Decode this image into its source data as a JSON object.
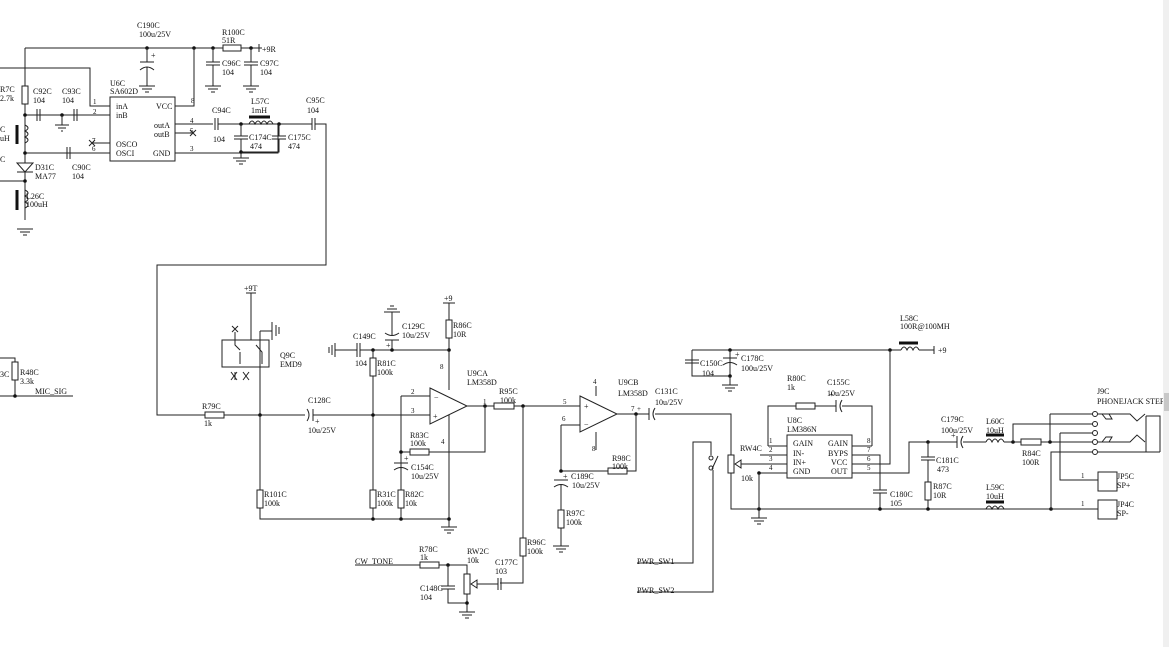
{
  "schematic": {
    "nets": {
      "plus9r": "+9R",
      "plus9t": "+9T",
      "plus9_a": "+9",
      "plus9_b": "+9",
      "mic_sig": "MIC_SIG",
      "cw_tone": "CW_TONE",
      "pwr_sw1": "PWR_SW1",
      "pwr_sw2": "PWR_SW2"
    },
    "components": {
      "C190C": {
        "ref": "C190C",
        "value": "100u/25V"
      },
      "R100C": {
        "ref": "R100C",
        "value": "51R"
      },
      "C96C": {
        "ref": "C96C",
        "value": "104"
      },
      "C97C": {
        "ref": "C97C",
        "value": "104"
      },
      "U6C": {
        "ref": "U6C",
        "value": "SA602D",
        "pins": {
          "inA": "inA",
          "inB": "inB",
          "VCC": "VCC",
          "outA": "outA",
          "outB": "outB",
          "OSCO": "OSCO",
          "OSCI": "OSCI",
          "GND": "GND"
        }
      },
      "R7C": {
        "ref": "R7C",
        "value": "2.7k"
      },
      "C92C": {
        "ref": "C92C",
        "value": "104"
      },
      "C93C": {
        "ref": "C93C",
        "value": "104"
      },
      "C94C": {
        "ref": "C94C",
        "value": "104"
      },
      "L57C": {
        "ref": "L57C",
        "value": "1mH"
      },
      "C95C": {
        "ref": "C95C",
        "value": "104"
      },
      "C174C": {
        "ref": "C174C",
        "value": "474"
      },
      "C175C": {
        "ref": "C175C",
        "value": "474"
      },
      "C90C": {
        "ref": "C90C",
        "value": "104"
      },
      "D31C": {
        "ref": "D31C",
        "value": "MA77"
      },
      "L26C": {
        "ref": "L26C",
        "value": "100uH"
      },
      "Lpart": {
        "ref": "C",
        "value": "uH"
      },
      "Cpart": {
        "ref": "C"
      },
      "R48C": {
        "ref": "R48C",
        "value": "3.3k"
      },
      "C48part": {
        "ref": "3C"
      },
      "Q9C": {
        "ref": "Q9C",
        "value": "EMD9"
      },
      "R79C": {
        "ref": "R79C",
        "value": "1k"
      },
      "C128C": {
        "ref": "C128C",
        "value": "10u/25V"
      },
      "R101C": {
        "ref": "R101C",
        "value": "100k"
      },
      "C149C": {
        "ref": "C149C",
        "value": "104"
      },
      "C129C": {
        "ref": "C129C",
        "value": "10u/25V"
      },
      "R86C": {
        "ref": "R86C",
        "value": "10R"
      },
      "R81C": {
        "ref": "R81C",
        "value": "100k"
      },
      "U9CA": {
        "ref": "U9CA",
        "value": "LM358D"
      },
      "R95C": {
        "ref": "R95C",
        "value": "100k"
      },
      "R83C": {
        "ref": "R83C",
        "value": "100k"
      },
      "C154C": {
        "ref": "C154C",
        "value": "10u/25V"
      },
      "R31C": {
        "ref": "R31C",
        "value": "100k"
      },
      "R82C": {
        "ref": "R82C",
        "value": "10k"
      },
      "R78C": {
        "ref": "R78C",
        "value": "1k"
      },
      "RW2C": {
        "ref": "RW2C",
        "value": "10k"
      },
      "C148C": {
        "ref": "C148C",
        "value": "104"
      },
      "C177C": {
        "ref": "C177C",
        "value": "103"
      },
      "R96C": {
        "ref": "R96C",
        "value": "100k"
      },
      "U9CB": {
        "ref": "U9CB",
        "value": "LM358D"
      },
      "C131C": {
        "ref": "C131C",
        "value": "10u/25V"
      },
      "R98C": {
        "ref": "R98C",
        "value": "100k"
      },
      "C189C": {
        "ref": "C189C",
        "value": "10u/25V"
      },
      "R97C": {
        "ref": "R97C",
        "value": "100k"
      },
      "RW4C": {
        "ref": "RW4C",
        "value": "10k"
      },
      "C150C": {
        "ref": "C150C",
        "value": "104"
      },
      "C178C": {
        "ref": "C178C",
        "value": "100u/25V"
      },
      "L58C": {
        "ref": "L58C",
        "value": "100R@100MH"
      },
      "R80C": {
        "ref": "R80C",
        "value": "1k"
      },
      "C155C": {
        "ref": "C155C",
        "value": "10u/25V"
      },
      "U8C": {
        "ref": "U8C",
        "value": "LM386N",
        "pins": {
          "GAIN1": "GAIN",
          "IN-": "IN-",
          "IN+": "IN+",
          "GND": "GND",
          "GAIN8": "GAIN",
          "BYPS": "BYPS",
          "VCC": "VCC",
          "OUT": "OUT"
        }
      },
      "C180C": {
        "ref": "C180C",
        "value": "105"
      },
      "C179C": {
        "ref": "C179C",
        "value": "100u/25V"
      },
      "C181C": {
        "ref": "C181C",
        "value": "473"
      },
      "R87C": {
        "ref": "R87C",
        "value": "10R"
      },
      "L60C": {
        "ref": "L60C",
        "value": "10uH"
      },
      "L59C": {
        "ref": "L59C",
        "value": "10uH"
      },
      "R84C": {
        "ref": "R84C",
        "value": "100R"
      },
      "J9C": {
        "ref": "J9C",
        "value": "PHONEJACK STERI"
      },
      "JP5C": {
        "ref": "JP5C",
        "value": "SP+",
        "pin": "1"
      },
      "JP4C": {
        "ref": "JP4C",
        "value": "SP-",
        "pin": "1"
      }
    }
  }
}
